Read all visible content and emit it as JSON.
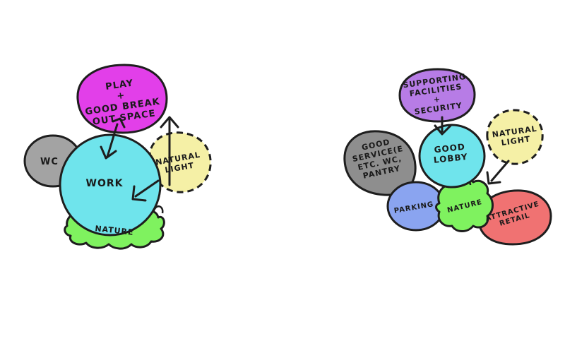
{
  "left_diagram": {
    "play_label": [
      "PLAY",
      "+",
      "GOOD BREAK",
      "OUT SPACE"
    ],
    "wc_label": [
      "WC"
    ],
    "work_label": [
      "WORK"
    ],
    "natural_light_label": [
      "NATURAL",
      "LIGHT"
    ],
    "nature_label": [
      "NATURE"
    ]
  },
  "right_diagram": {
    "supporting_label": [
      "SUPPORTING",
      "FACILITIES",
      "+",
      "SECURITY"
    ],
    "services_label": [
      "GOOD",
      "SERVICE(E",
      "ETC. WC,",
      "PANTRY"
    ],
    "lobby_label": [
      "GOOD",
      "LOBBY"
    ],
    "natural_light_label": [
      "NATURAL",
      "LIGHT"
    ],
    "parking_label": [
      "PARKING"
    ],
    "nature_label": [
      "NATURE"
    ],
    "retail_label": [
      "ATTRACTIVE",
      "RETAIL"
    ]
  },
  "colors": {
    "play": "#e23fe9",
    "wc": "#a3a3a3",
    "work": "#6fe4ec",
    "natural_light": "#f5f0a6",
    "nature": "#7ff25f",
    "supporting": "#b77ce6",
    "services": "#8e8e8e",
    "lobby": "#6fe4ec",
    "parking": "#8aa4f0",
    "retail": "#f07272"
  }
}
